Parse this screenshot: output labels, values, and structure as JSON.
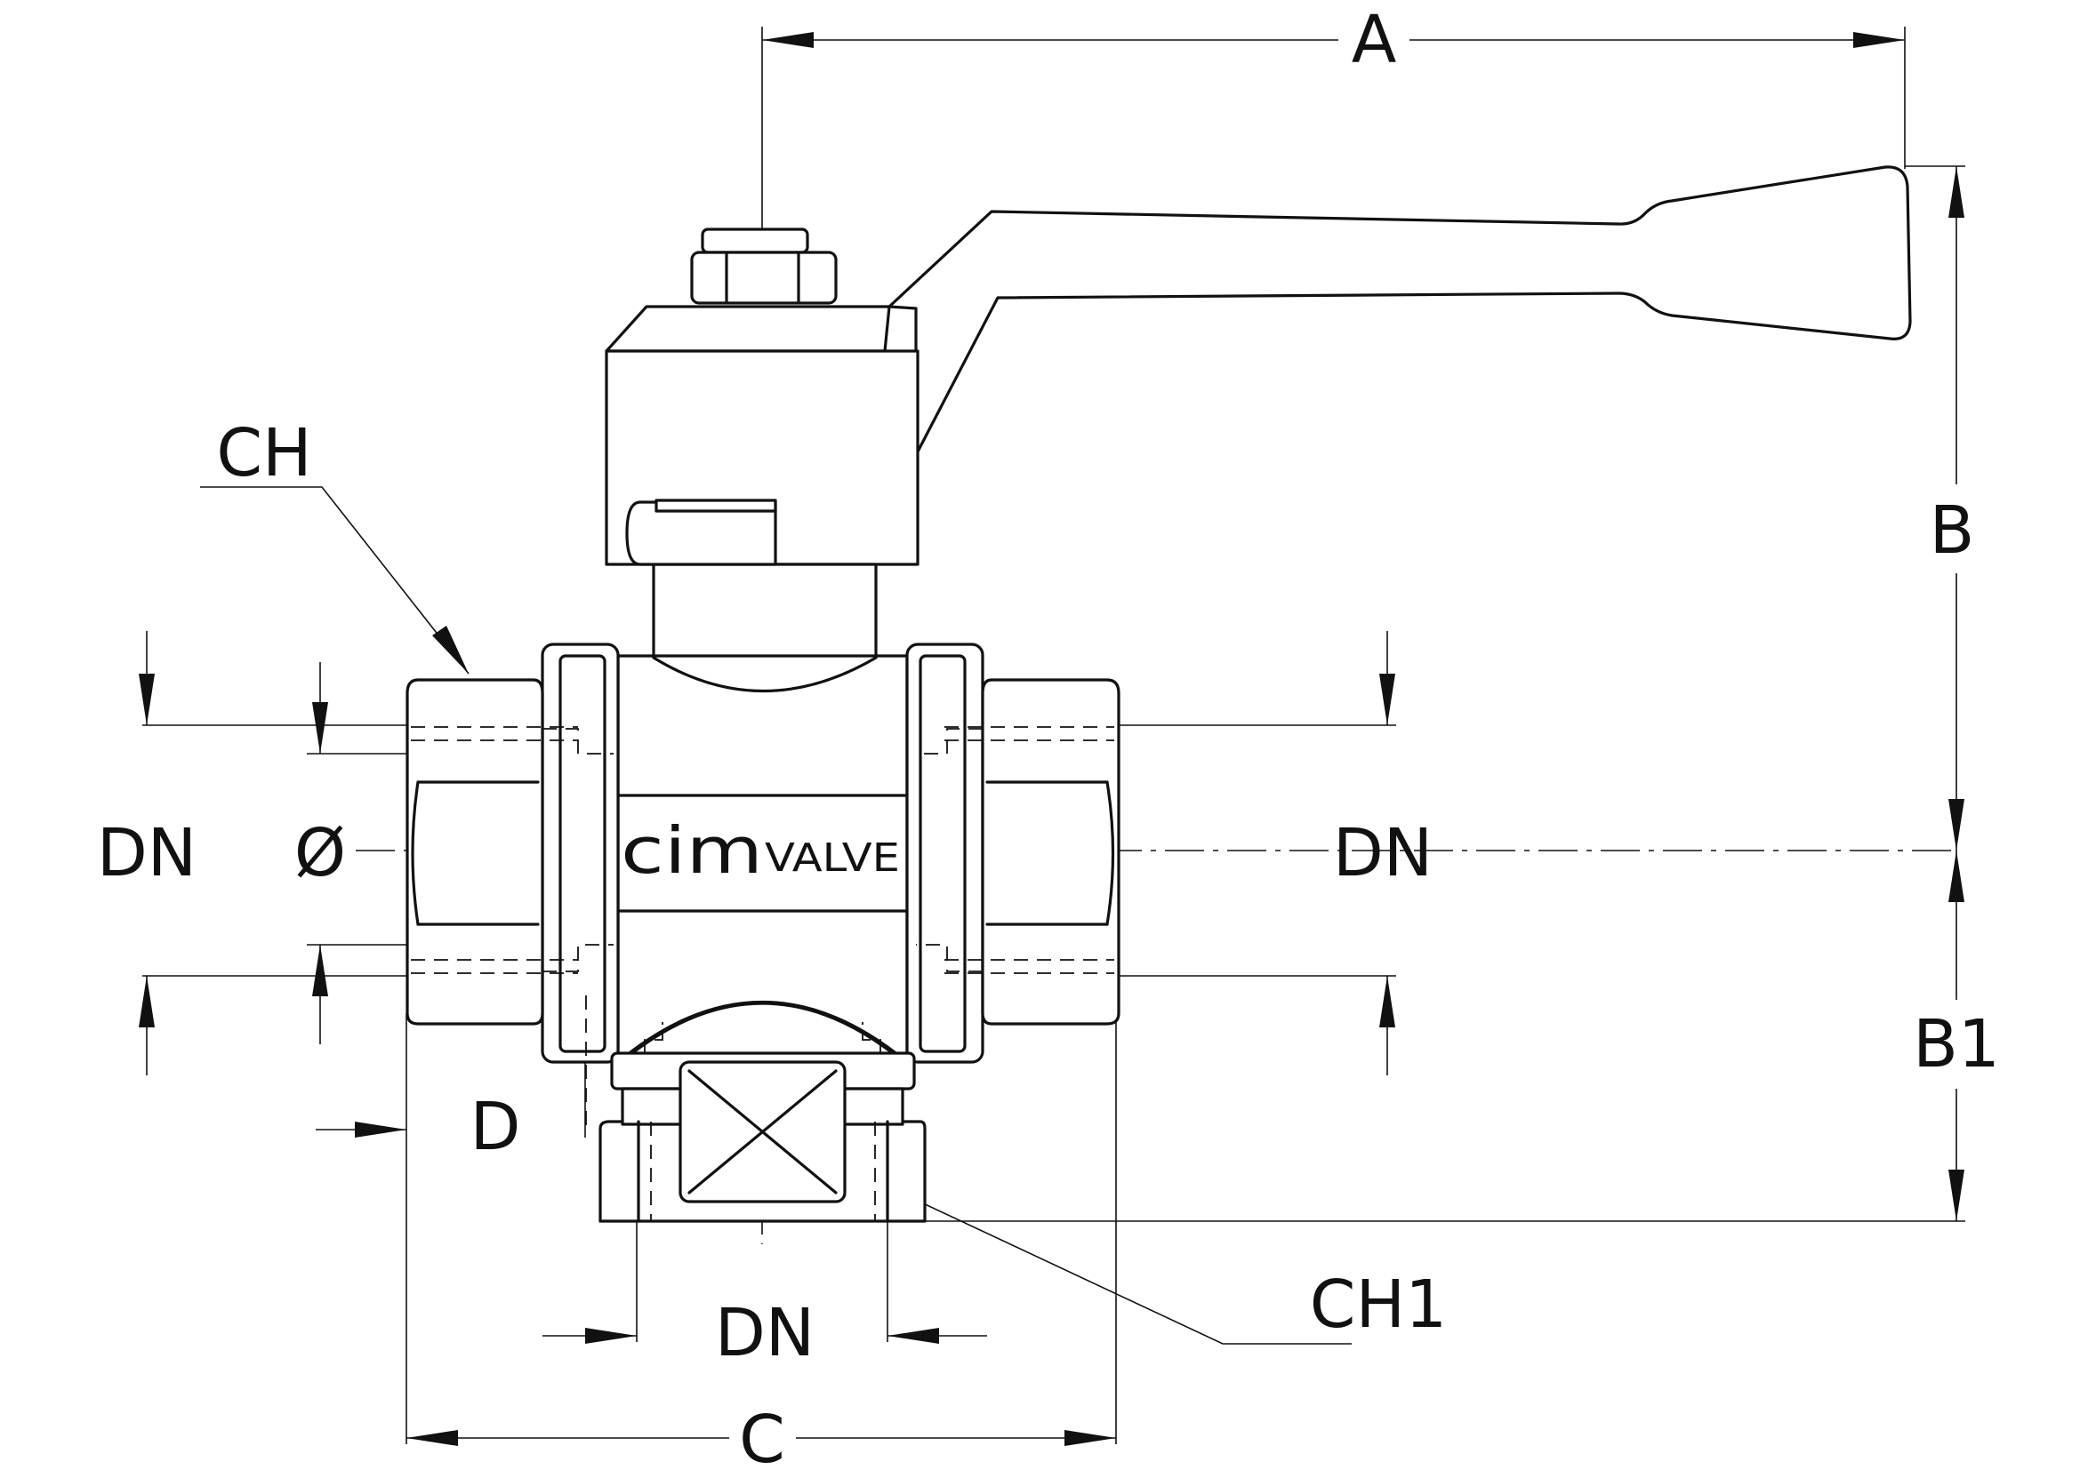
{
  "labels": {
    "A": "A",
    "B": "B",
    "B1": "B1",
    "C": "C",
    "D": "D",
    "CH": "CH",
    "CH1": "CH1",
    "DN_left": "DN",
    "DN_right": "DN",
    "DN_bottom": "DN",
    "diameter": "Ø"
  },
  "brand": {
    "prefix": "cim",
    "suffix": "VALVE"
  }
}
